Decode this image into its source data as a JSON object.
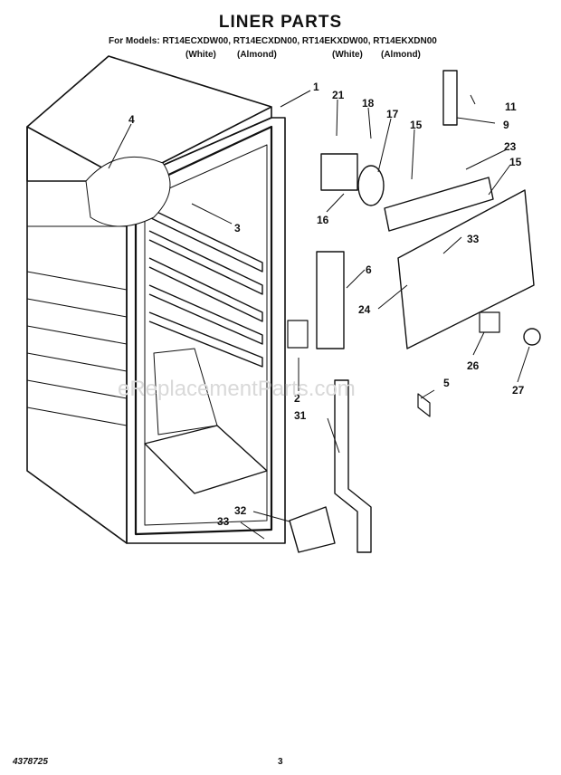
{
  "title": "LINER PARTS",
  "models_line": "For Models: RT14ECXDW00, RT14ECXDN00, RT14EKXDW00, RT14EKXDN00",
  "colors": [
    "(White)",
    "(Almond)",
    "(White)",
    "(Almond)"
  ],
  "part_numbers": {
    "p1": "1",
    "p2": "2",
    "p3": "3",
    "p4": "4",
    "p5": "5",
    "p6": "6",
    "p9": "9",
    "p11": "11",
    "p15a": "15",
    "p15b": "15",
    "p16": "16",
    "p17": "17",
    "p18": "18",
    "p21": "21",
    "p23": "23",
    "p24": "24",
    "p26": "26",
    "p27": "27",
    "p31": "31",
    "p32": "32",
    "p33a": "33",
    "p33b": "33"
  },
  "watermark": "eReplacementParts.com",
  "footer": {
    "doc_number": "4378725",
    "page": "3"
  }
}
